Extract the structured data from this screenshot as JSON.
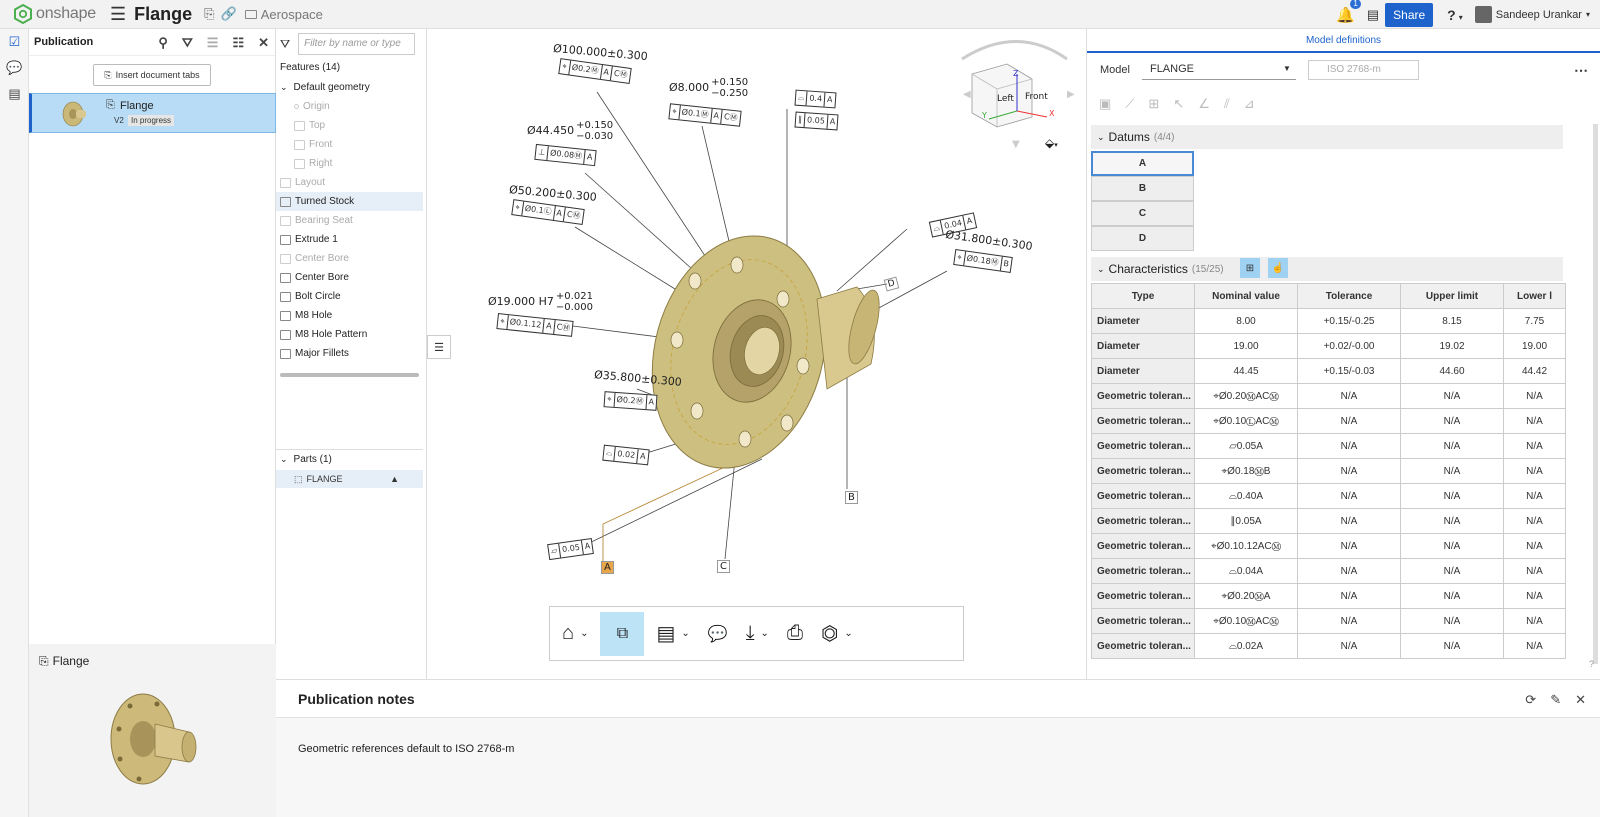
{
  "app": {
    "logo_text": "onshape",
    "doc_title": "Flange",
    "folder": "Aerospace",
    "notification_count": "1",
    "share_label": "Share",
    "user_name": "Sandeep Urankar"
  },
  "publication": {
    "title": "Publication",
    "insert_button": "Insert document tabs",
    "item_name": "Flange",
    "item_version": "V2",
    "item_status": "In progress",
    "preview_title": "Flange"
  },
  "tree": {
    "filter_placeholder": "Filter by name or type",
    "features_header": "Features (14)",
    "default_geometry": "Default geometry",
    "items": [
      {
        "label": "Origin",
        "muted": true
      },
      {
        "label": "Top",
        "muted": true
      },
      {
        "label": "Front",
        "muted": true
      },
      {
        "label": "Right",
        "muted": true
      },
      {
        "label": "Layout",
        "muted": true
      },
      {
        "label": "Turned Stock",
        "muted": false
      },
      {
        "label": "Bearing Seat",
        "muted": true
      },
      {
        "label": "Extrude 1",
        "muted": false
      },
      {
        "label": "Center Bore",
        "muted": true
      },
      {
        "label": "Center Bore",
        "muted": false
      },
      {
        "label": "Bolt Circle",
        "muted": false
      },
      {
        "label": "M8 Hole",
        "muted": false
      },
      {
        "label": "M8 Hole Pattern",
        "muted": false
      },
      {
        "label": "Major Fillets",
        "muted": false
      }
    ],
    "parts_header": "Parts (1)",
    "part_name": "FLANGE"
  },
  "viewport": {
    "view_cube": {
      "left": "Left",
      "front": "Front",
      "x": "X",
      "y": "Y",
      "z": "Z"
    },
    "annotations": {
      "d100": "Ø100.000±0.300",
      "d8_main": "Ø8.000",
      "d8_tol_up": "+0.150",
      "d8_tol_low": "−0.250",
      "d44_main": "Ø44.450",
      "d44_tol_up": "+0.150",
      "d44_tol_low": "−0.030",
      "d50": "Ø50.200±0.300",
      "d19_main": "Ø19.000 H7",
      "d19_tol_up": "+0.021",
      "d19_tol_low": "−0.000",
      "d35": "Ø35.800±0.300",
      "d31": "Ø31.800±0.300",
      "datum_a": "A",
      "datum_b": "B",
      "datum_c": "C",
      "datum_d": "D"
    }
  },
  "model": {
    "tab": "Model definitions",
    "model_label": "Model",
    "model_value": "FLANGE",
    "iso_placeholder": "ISO 2768-m",
    "datums_header": "Datums",
    "datums_count": "(4/4)",
    "datums": [
      "A",
      "B",
      "C",
      "D"
    ],
    "characteristics_header": "Characteristics",
    "characteristics_count": "(15/25)",
    "columns": [
      "Type",
      "Nominal value",
      "Tolerance",
      "Upper limit",
      "Lower l"
    ],
    "rows": [
      [
        "Diameter",
        "8.00",
        "+0.15/-0.25",
        "8.15",
        "7.75"
      ],
      [
        "Diameter",
        "19.00",
        "+0.02/-0.00",
        "19.02",
        "19.00"
      ],
      [
        "Diameter",
        "44.45",
        "+0.15/-0.03",
        "44.60",
        "44.42"
      ],
      [
        "Geometric toleran...",
        "⌖Ø0.20ⓂACⓂ",
        "N/A",
        "N/A",
        "N/A"
      ],
      [
        "Geometric toleran...",
        "⌖Ø0.10ⓁACⓂ",
        "N/A",
        "N/A",
        "N/A"
      ],
      [
        "Geometric toleran...",
        "⏥0.05A",
        "N/A",
        "N/A",
        "N/A"
      ],
      [
        "Geometric toleran...",
        "⌖Ø0.18ⓂB",
        "N/A",
        "N/A",
        "N/A"
      ],
      [
        "Geometric toleran...",
        "⌓0.40A",
        "N/A",
        "N/A",
        "N/A"
      ],
      [
        "Geometric toleran...",
        "∥0.05A",
        "N/A",
        "N/A",
        "N/A"
      ],
      [
        "Geometric toleran...",
        "⌖Ø0.10.12ACⓂ",
        "N/A",
        "N/A",
        "N/A"
      ],
      [
        "Geometric toleran...",
        "⌓0.04A",
        "N/A",
        "N/A",
        "N/A"
      ],
      [
        "Geometric toleran...",
        "⌖Ø0.20ⓂA",
        "N/A",
        "N/A",
        "N/A"
      ],
      [
        "Geometric toleran...",
        "⌖Ø0.10ⓂACⓂ",
        "N/A",
        "N/A",
        "N/A"
      ],
      [
        "Geometric toleran...",
        "⌓0.02A",
        "N/A",
        "N/A",
        "N/A"
      ]
    ]
  },
  "notes": {
    "title": "Publication notes",
    "body": "Geometric references default to ISO 2768-m"
  }
}
